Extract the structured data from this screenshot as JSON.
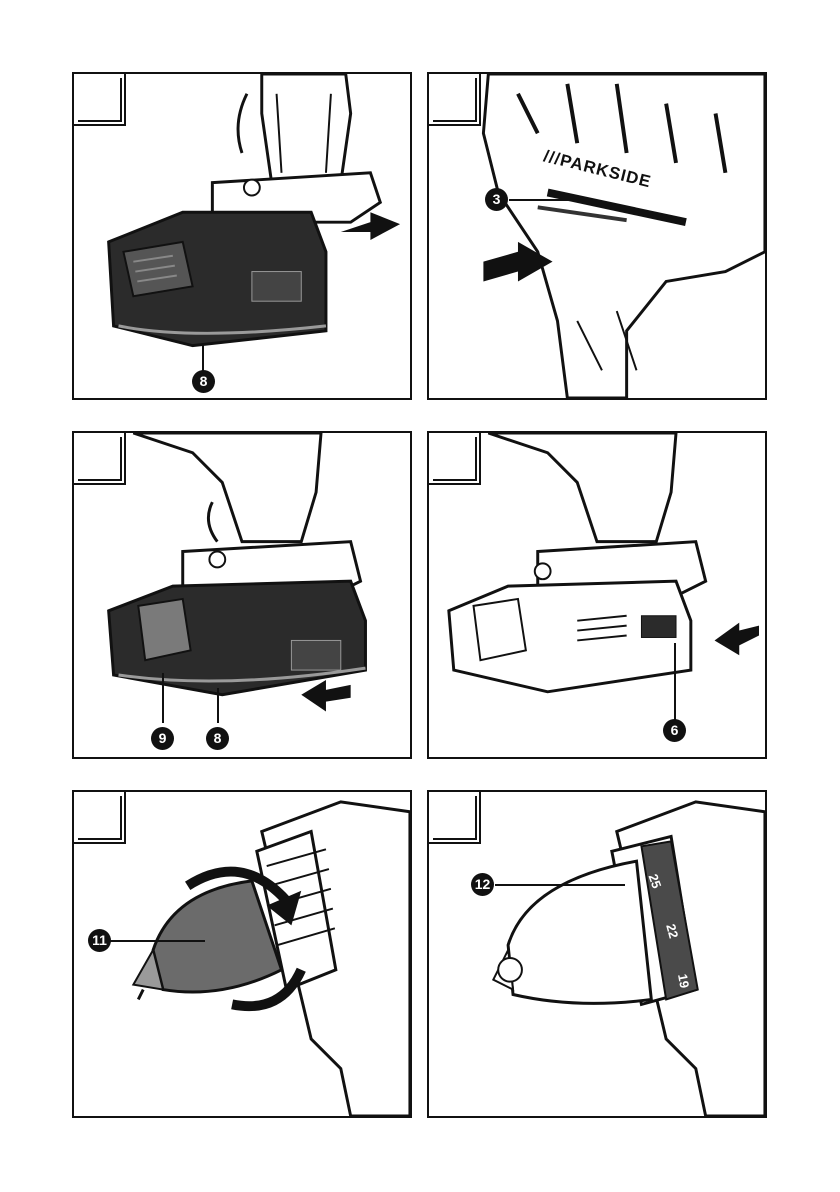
{
  "figures": [
    {
      "id": "fig1",
      "callouts": [
        "8"
      ]
    },
    {
      "id": "fig2",
      "callouts": [
        "3"
      ],
      "brand": "///PARKSIDE"
    },
    {
      "id": "fig3",
      "callouts": [
        "9",
        "8"
      ]
    },
    {
      "id": "fig4",
      "callouts": [
        "6"
      ]
    },
    {
      "id": "fig5",
      "callouts": [
        "11"
      ]
    },
    {
      "id": "fig6",
      "callouts": [
        "12"
      ],
      "torque_ring": [
        "25",
        "22",
        "19"
      ]
    }
  ],
  "colors": {
    "line": "#111111",
    "battery_dark": "#2b2b2b",
    "arrow": "#111111",
    "chuck_grey": "#6b6b6b"
  },
  "icons": [
    "push-arrow-icon",
    "pull-arrow-icon",
    "rotate-arrow-icon"
  ]
}
